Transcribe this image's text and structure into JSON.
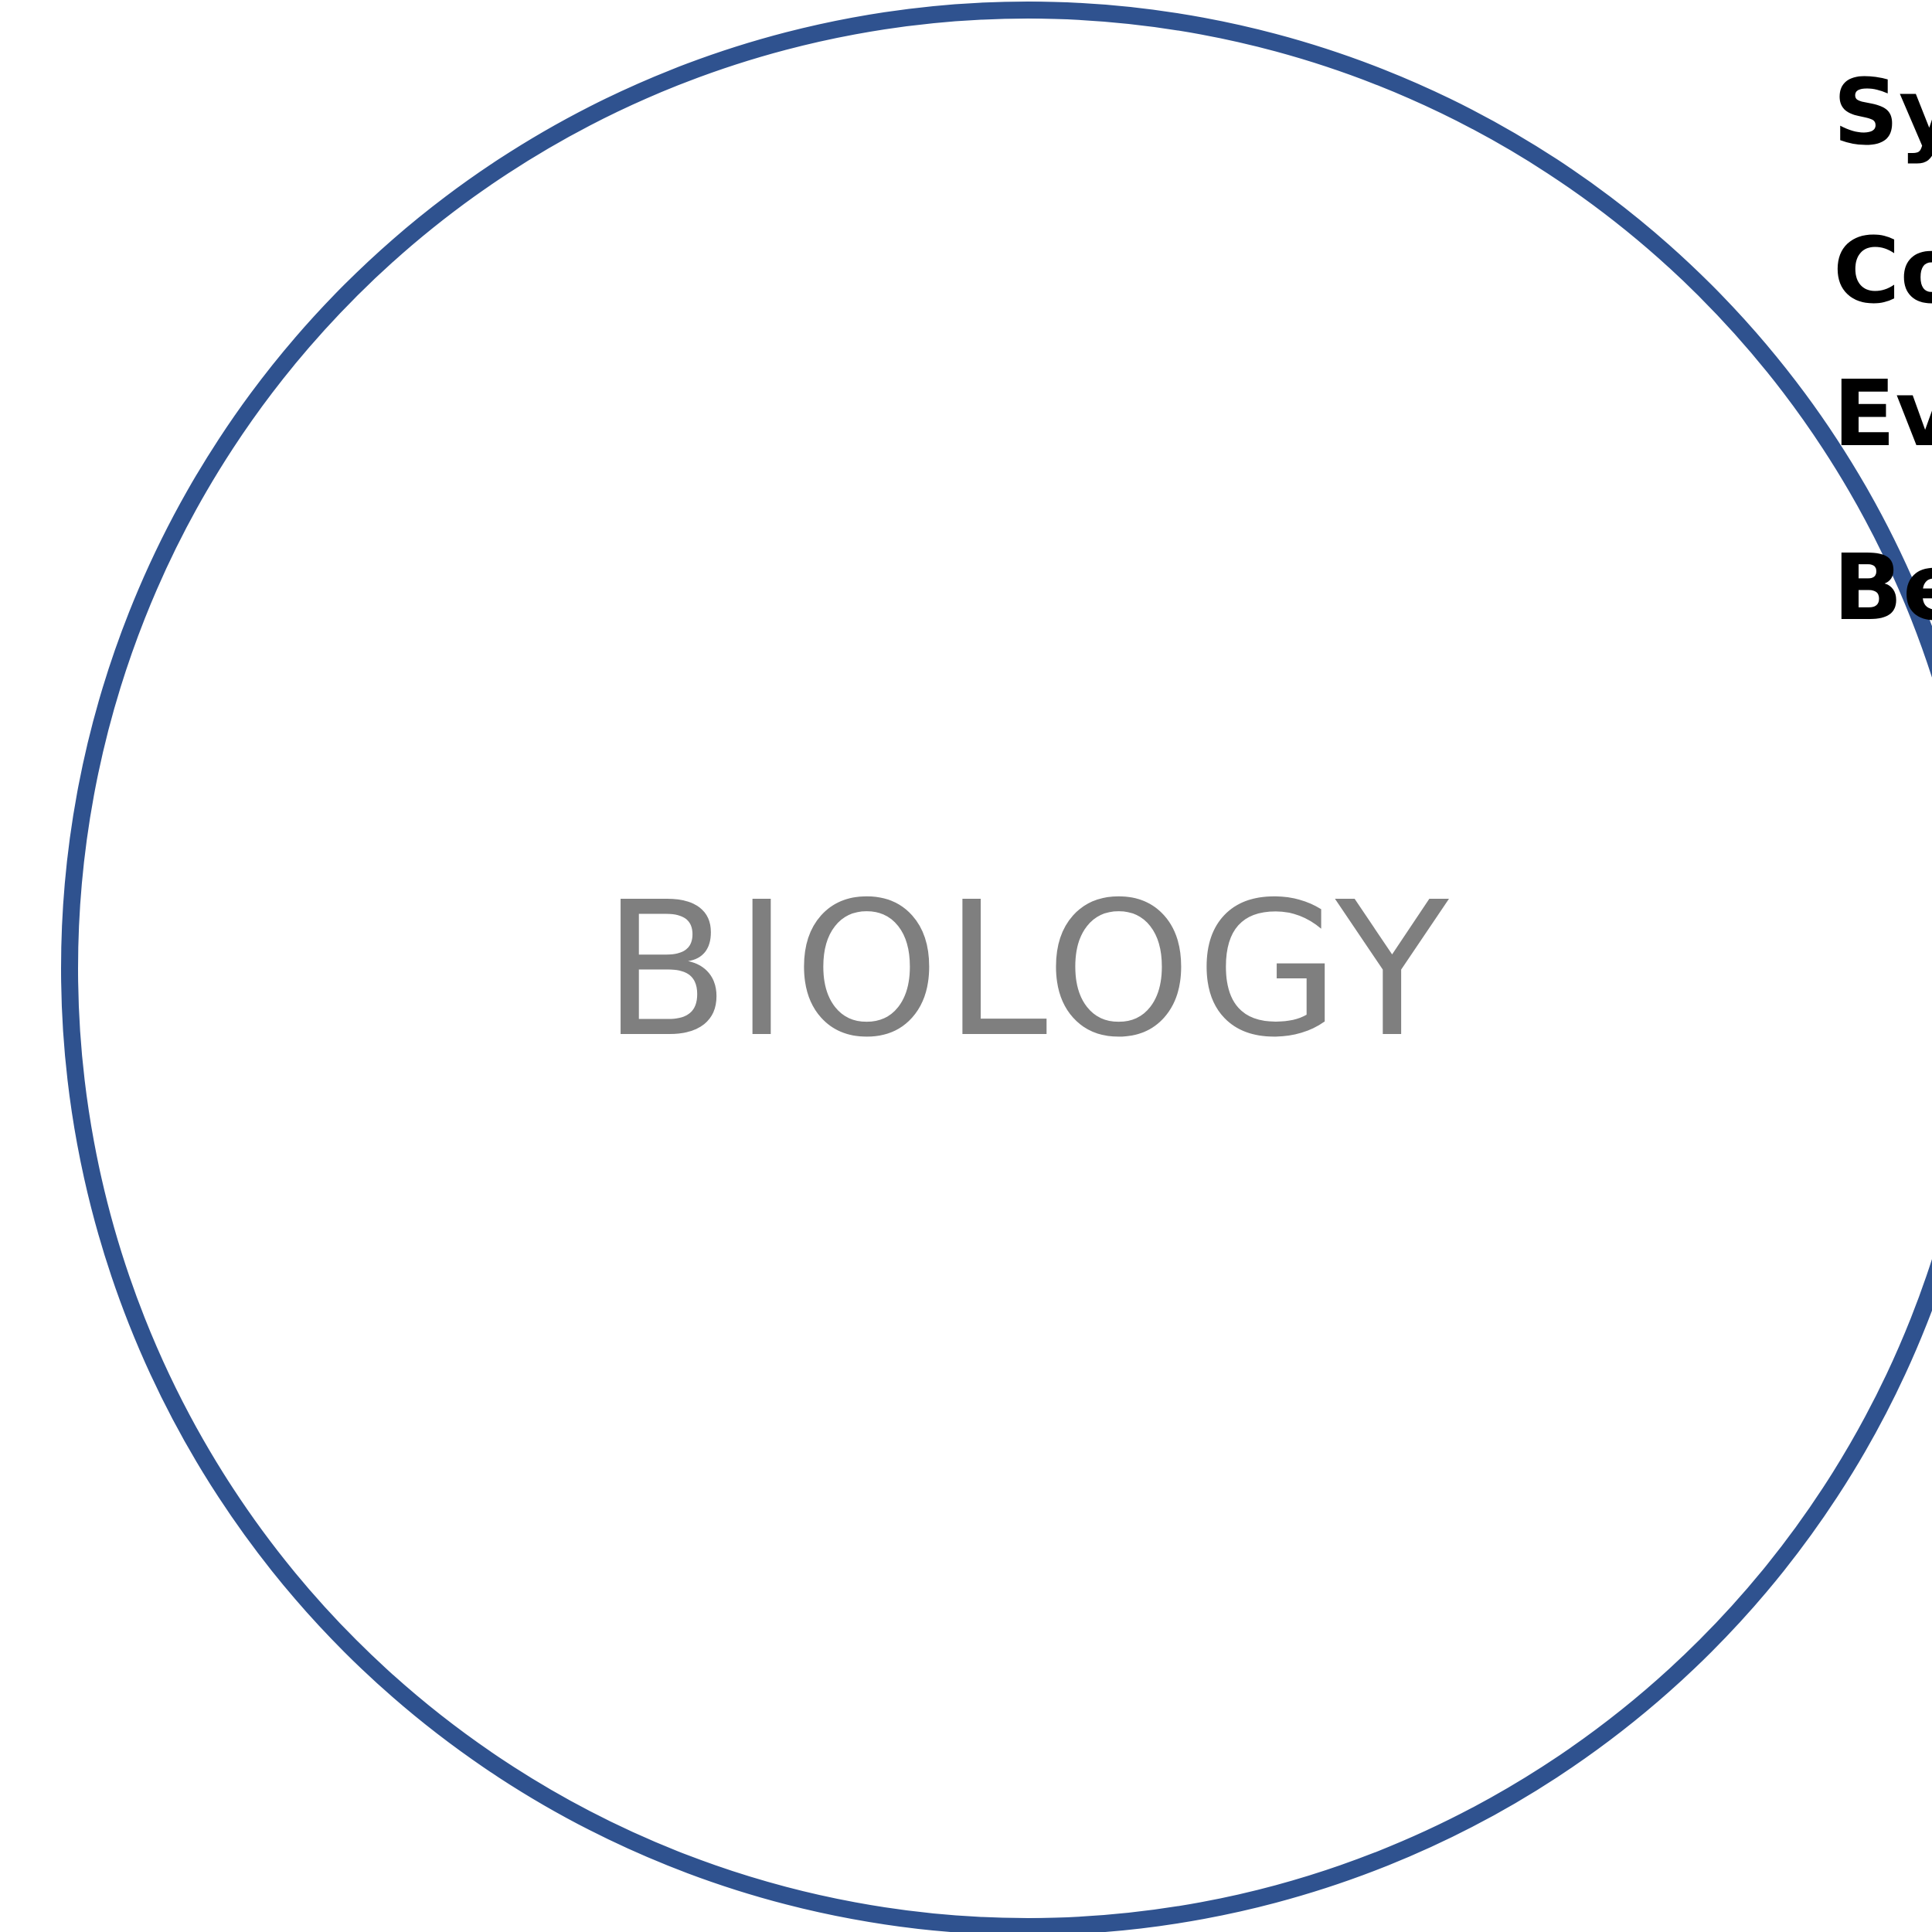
{
  "diagram": {
    "center_label": "BIOLOGY",
    "side_items": [
      {
        "label": "Sy"
      },
      {
        "label": "Co"
      },
      {
        "label": "Ev"
      },
      {
        "label": "Be"
      }
    ]
  },
  "colors": {
    "ring": "#2f528f",
    "center_label": "#7f7f7f",
    "side_text": "#000000",
    "background": "#ffffff"
  }
}
